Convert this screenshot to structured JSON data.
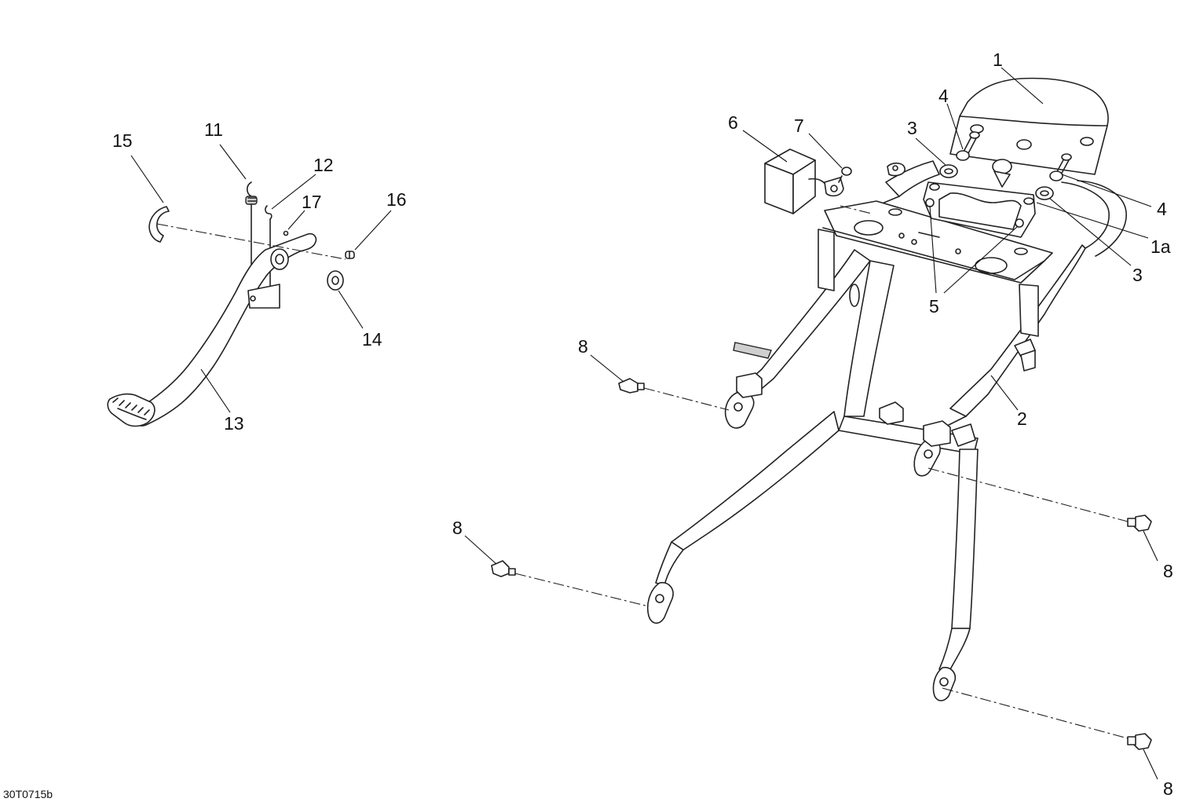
{
  "callouts": {
    "c1": "1",
    "c1a": "1a",
    "c2": "2",
    "c3_top": "3",
    "c3_right": "3",
    "c4_top": "4",
    "c4_right": "4",
    "c5": "5",
    "c6": "6",
    "c7": "7",
    "c8_upper_left": "8",
    "c8_lower_left": "8",
    "c8_right_upper": "8",
    "c8_right_lower": "8",
    "c11": "11",
    "c12": "12",
    "c13": "13",
    "c14": "14",
    "c15": "15",
    "c16": "16",
    "c17": "17"
  },
  "reference_code": "30T0715b"
}
